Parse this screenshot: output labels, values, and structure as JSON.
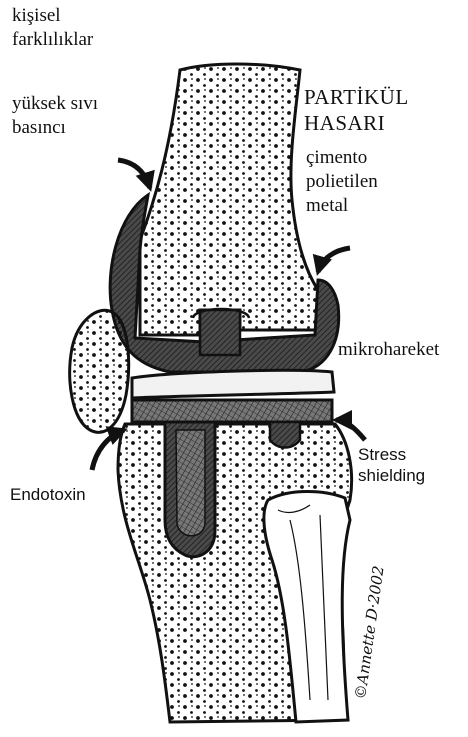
{
  "labels": {
    "individual": [
      "kişisel",
      "farklılıklar"
    ],
    "fluid_pressure": [
      "yüksek sıvı",
      "basıncı"
    ],
    "particle_damage": [
      "PARTİKÜL",
      "HASARI"
    ],
    "materials": [
      "çimento",
      "polietilen",
      "metal"
    ],
    "micromotion": "mikrohareket",
    "stress": [
      "Stress",
      "shielding"
    ],
    "endotoxin": "Endotoxin"
  },
  "signature": "©Annette D·2002",
  "colors": {
    "ink": "#111111",
    "cement": "#3a3a3a",
    "polyethylene": "#f2f2f2",
    "metal": "#6e6e6e",
    "bone": "#ffffff"
  }
}
